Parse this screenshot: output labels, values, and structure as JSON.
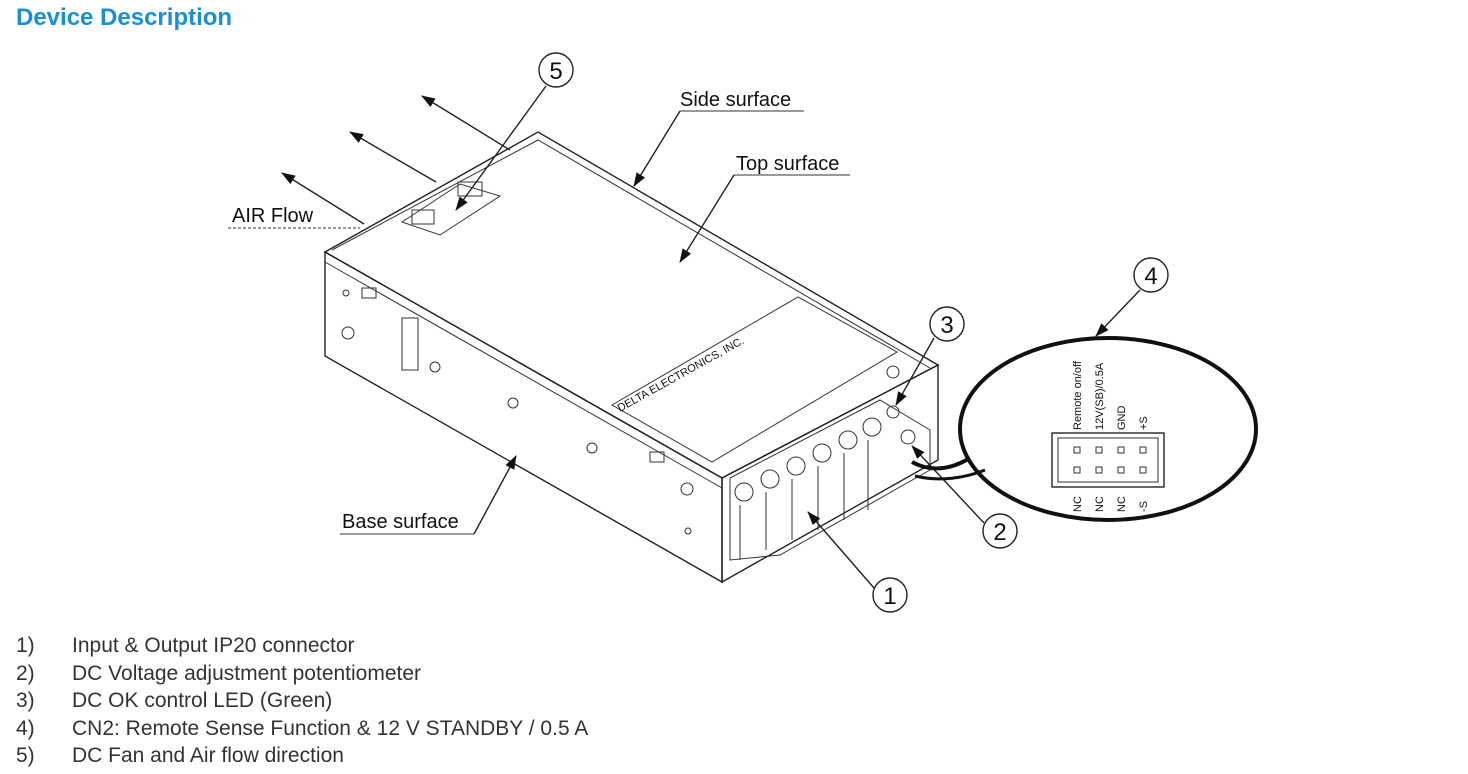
{
  "title": "Device Description",
  "labels": {
    "side_surface": "Side surface",
    "top_surface": "Top surface",
    "air_flow": "AIR Flow",
    "base_surface": "Base surface",
    "brand": "DELTA ELECTRONICS, INC."
  },
  "callouts": [
    "1",
    "2",
    "3",
    "4",
    "5"
  ],
  "connector": {
    "top_pins": [
      "Remote on/off",
      "12V(SB)/0.5A",
      "GND",
      "+S"
    ],
    "bottom_pins": [
      "NC",
      "NC",
      "NC",
      "-S"
    ]
  },
  "items": [
    {
      "num": "1)",
      "text": "Input & Output IP20 connector"
    },
    {
      "num": "2)",
      "text": "DC Voltage adjustment potentiometer"
    },
    {
      "num": "3)",
      "text": "DC OK control LED (Green)"
    },
    {
      "num": "4)",
      "text": "CN2: Remote Sense Function & 12 V STANDBY / 0.5 A"
    },
    {
      "num": "5)",
      "text": "DC Fan and Air flow direction"
    }
  ]
}
